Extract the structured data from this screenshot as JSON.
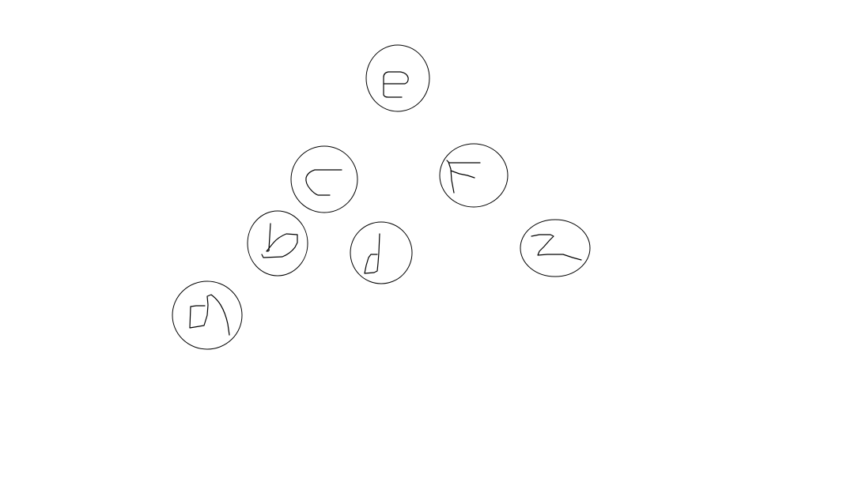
{
  "diagram": {
    "type": "tree",
    "style": {
      "background": "#ffffff",
      "stroke_color": "#000000"
    },
    "nodes": [
      {
        "id": "e",
        "label": "e"
      },
      {
        "id": "c",
        "label": "c"
      },
      {
        "id": "f",
        "label": "f"
      },
      {
        "id": "b",
        "label": "b"
      },
      {
        "id": "d",
        "label": "d"
      },
      {
        "id": "z",
        "label": "z"
      },
      {
        "id": "a",
        "label": "a"
      }
    ],
    "edges": []
  }
}
